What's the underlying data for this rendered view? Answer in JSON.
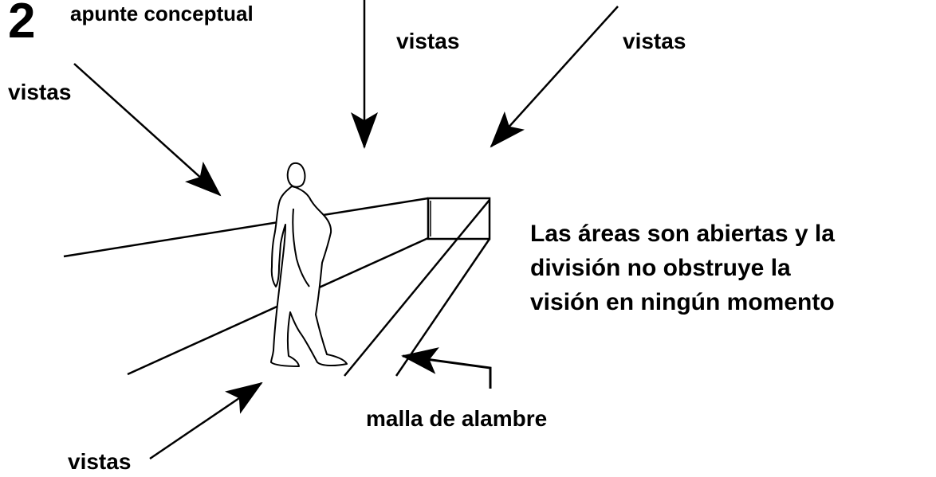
{
  "diagram": {
    "number": "2",
    "title": "apunte conceptual",
    "view_labels": {
      "top": "vistas",
      "top_right": "vistas",
      "left": "vistas",
      "bottom": "vistas"
    },
    "mesh_label": "malla de alambre",
    "description_lines": [
      "Las áreas son abiertas y la",
      "división no obstruye la",
      "visión en ningún momento"
    ],
    "colors": {
      "ink": "#000000",
      "background": "#ffffff"
    }
  }
}
